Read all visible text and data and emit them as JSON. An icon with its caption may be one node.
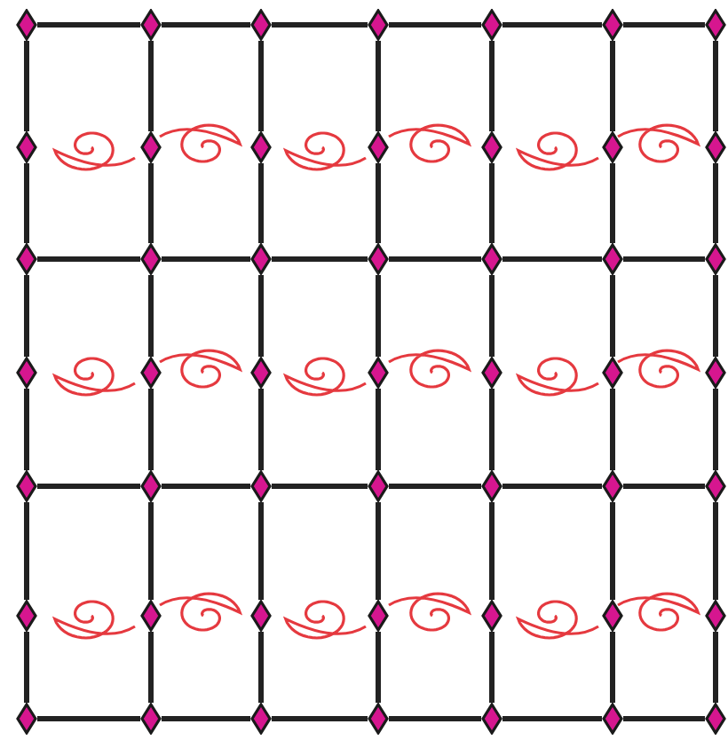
{
  "diagram": {
    "nodes": [
      {
        "text": [],
        "shape": "diamond"
      },
      {
        "text": [],
        "shape": "diamond"
      },
      {
        "text": [],
        "shape": "diamond"
      },
      {
        "text": [],
        "shape": "diamond"
      },
      {
        "text": [],
        "shape": "diamond"
      },
      {
        "text": [],
        "shape": "diamond"
      },
      {
        "text": [],
        "shape": "diamond"
      },
      {
        "text": [],
        "shape": "diamond"
      },
      {
        "text": [],
        "shape": "diamond"
      },
      {
        "text": [],
        "shape": "diamond"
      },
      {
        "text": [],
        "shape": "diamond"
      },
      {
        "text": [],
        "shape": "diamond"
      },
      {
        "text": [],
        "shape": "diamond"
      },
      {
        "text": [],
        "shape": "diamond"
      },
      {
        "text": [],
        "shape": "diamond"
      },
      {
        "text": [],
        "shape": "diamond"
      },
      {
        "text": [],
        "shape": "diamond"
      },
      {
        "text": [],
        "shape": "diamond"
      },
      {
        "text": [],
        "shape": "diamond"
      },
      {
        "text": [],
        "shape": "diamond"
      },
      {
        "text": [],
        "shape": "diamond"
      },
      {
        "text": [],
        "shape": "diamond"
      },
      {
        "text": [],
        "shape": "diamond"
      },
      {
        "text": [],
        "shape": "diamond"
      },
      {
        "text": [],
        "shape": "diamond"
      },
      {
        "text": [],
        "shape": "diamond"
      },
      {
        "text": [],
        "shape": "diamond"
      },
      {
        "text": [],
        "shape": "diamond"
      },
      {
        "text": [],
        "shape": "diamond"
      },
      {
        "text": [],
        "shape": "diamond"
      },
      {
        "text": [],
        "shape": "diamond"
      },
      {
        "text": [],
        "shape": "diamond"
      },
      {
        "text": [],
        "shape": "diamond"
      },
      {
        "text": [],
        "shape": "diamond"
      },
      {
        "text": [],
        "shape": "diamond"
      },
      {
        "text": [],
        "shape": "diamond"
      },
      {
        "text": [],
        "shape": "diamond"
      },
      {
        "text": [],
        "shape": "diamond"
      },
      {
        "text": [],
        "shape": "diamond"
      },
      {
        "text": [],
        "shape": "diamond"
      },
      {
        "text": [],
        "shape": "diamond"
      },
      {
        "text": [],
        "shape": "diamond"
      },
      {
        "text": [],
        "shape": "diamond"
      },
      {
        "text": [],
        "shape": "diamond"
      },
      {
        "text": [],
        "shape": "diamond"
      },
      {
        "text": [],
        "shape": "diamond"
      },
      {
        "text": [],
        "shape": "diamond"
      },
      {
        "text": [],
        "shape": "diamond"
      },
      {
        "text": [],
        "shape": "diamond"
      }
    ],
    "edges": [
      {
        "from": 0,
        "to": 1,
        "arrow": "none"
      },
      {
        "from": 1,
        "to": 2,
        "arrow": "none"
      },
      {
        "from": 2,
        "to": 3,
        "arrow": "none"
      },
      {
        "from": 3,
        "to": 4,
        "arrow": "none"
      },
      {
        "from": 4,
        "to": 5,
        "arrow": "none"
      },
      {
        "from": 5,
        "to": 6,
        "arrow": "none"
      },
      {
        "from": 0,
        "to": 7,
        "arrow": "none"
      },
      {
        "from": 1,
        "to": 8,
        "arrow": "none"
      },
      {
        "from": 2,
        "to": 9,
        "arrow": "none"
      },
      {
        "from": 3,
        "to": 10,
        "arrow": "none"
      },
      {
        "from": 4,
        "to": 11,
        "arrow": "none"
      },
      {
        "from": 5,
        "to": 12,
        "arrow": "none"
      },
      {
        "from": 6,
        "to": 13,
        "arrow": "none"
      },
      {
        "from": 7,
        "to": 14,
        "arrow": "none"
      },
      {
        "from": 8,
        "to": 15,
        "arrow": "none"
      },
      {
        "from": 9,
        "to": 16,
        "arrow": "none"
      },
      {
        "from": 10,
        "to": 17,
        "arrow": "none"
      },
      {
        "from": 11,
        "to": 18,
        "arrow": "none"
      },
      {
        "from": 12,
        "to": 19,
        "arrow": "none"
      },
      {
        "from": 13,
        "to": 20,
        "arrow": "none"
      },
      {
        "from": 14,
        "to": 15,
        "arrow": "none"
      },
      {
        "from": 15,
        "to": 16,
        "arrow": "none"
      },
      {
        "from": 16,
        "to": 17,
        "arrow": "none"
      },
      {
        "from": 17,
        "to": 18,
        "arrow": "none"
      },
      {
        "from": 18,
        "to": 19,
        "arrow": "none"
      },
      {
        "from": 19,
        "to": 20,
        "arrow": "none"
      },
      {
        "from": 14,
        "to": 21,
        "arrow": "none"
      },
      {
        "from": 15,
        "to": 22,
        "arrow": "none"
      },
      {
        "from": 16,
        "to": 23,
        "arrow": "none"
      },
      {
        "from": 17,
        "to": 24,
        "arrow": "none"
      },
      {
        "from": 18,
        "to": 25,
        "arrow": "none"
      },
      {
        "from": 19,
        "to": 26,
        "arrow": "none"
      },
      {
        "from": 20,
        "to": 27,
        "arrow": "none"
      },
      {
        "from": 21,
        "to": 28,
        "arrow": "none"
      },
      {
        "from": 22,
        "to": 29,
        "arrow": "none"
      },
      {
        "from": 23,
        "to": 30,
        "arrow": "none"
      },
      {
        "from": 24,
        "to": 31,
        "arrow": "none"
      },
      {
        "from": 25,
        "to": 32,
        "arrow": "none"
      },
      {
        "from": 26,
        "to": 33,
        "arrow": "none"
      },
      {
        "from": 27,
        "to": 34,
        "arrow": "none"
      },
      {
        "from": 28,
        "to": 29,
        "arrow": "none"
      },
      {
        "from": 29,
        "to": 30,
        "arrow": "none"
      },
      {
        "from": 30,
        "to": 31,
        "arrow": "none"
      },
      {
        "from": 31,
        "to": 32,
        "arrow": "none"
      },
      {
        "from": 32,
        "to": 33,
        "arrow": "none"
      },
      {
        "from": 33,
        "to": 34,
        "arrow": "none"
      },
      {
        "from": 28,
        "to": 35,
        "arrow": "none"
      },
      {
        "from": 29,
        "to": 36,
        "arrow": "none"
      },
      {
        "from": 30,
        "to": 37,
        "arrow": "none"
      },
      {
        "from": 31,
        "to": 38,
        "arrow": "none"
      },
      {
        "from": 32,
        "to": 39,
        "arrow": "none"
      },
      {
        "from": 33,
        "to": 40,
        "arrow": "none"
      },
      {
        "from": 34,
        "to": 41,
        "arrow": "none"
      },
      {
        "from": 35,
        "to": 42,
        "arrow": "none"
      },
      {
        "from": 36,
        "to": 43,
        "arrow": "none"
      },
      {
        "from": 37,
        "to": 44,
        "arrow": "none"
      },
      {
        "from": 38,
        "to": 45,
        "arrow": "none"
      },
      {
        "from": 39,
        "to": 46,
        "arrow": "none"
      },
      {
        "from": 40,
        "to": 47,
        "arrow": "none"
      },
      {
        "from": 41,
        "to": 48,
        "arrow": "none"
      },
      {
        "from": 42,
        "to": 43,
        "arrow": "none"
      },
      {
        "from": 43,
        "to": 44,
        "arrow": "none"
      },
      {
        "from": 44,
        "to": 45,
        "arrow": "none"
      },
      {
        "from": 45,
        "to": 46,
        "arrow": "none"
      },
      {
        "from": 46,
        "to": 47,
        "arrow": "none"
      },
      {
        "from": 47,
        "to": 48,
        "arrow": "none"
      }
    ]
  }
}
